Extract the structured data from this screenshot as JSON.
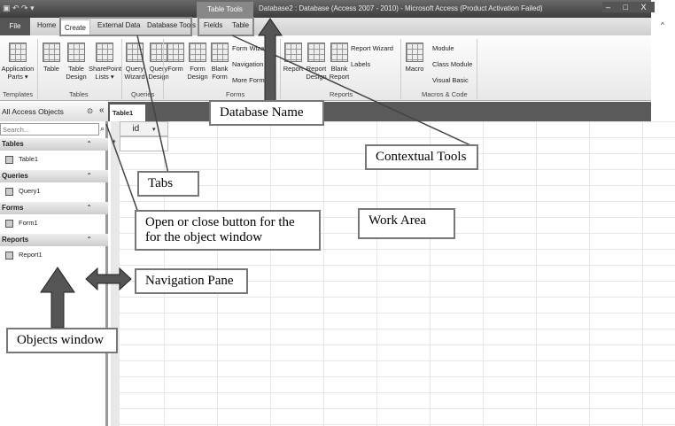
{
  "window": {
    "title": "Database2 : Database (Access 2007 - 2010)  -  Microsoft Access (Product Activation Failed)",
    "contextual_group": "Table Tools",
    "controls": "–  □  X"
  },
  "tabs": [
    "File",
    "Home",
    "Create",
    "External Data",
    "Database Tools",
    "Fields",
    "Table"
  ],
  "ribbon": {
    "templates": {
      "label": "Templates",
      "buttons": [
        "Application Parts ▾"
      ]
    },
    "tables": {
      "label": "Tables",
      "buttons": [
        "Table",
        "Table Design",
        "SharePoint Lists ▾"
      ]
    },
    "queries": {
      "label": "Queries",
      "buttons": [
        "Query Wizard",
        "Query Design"
      ]
    },
    "forms": {
      "label": "Forms",
      "buttons": [
        "Form",
        "Form Design",
        "Blank Form"
      ],
      "small": [
        "Form Wizard",
        "Navigation",
        "More Forms"
      ]
    },
    "reports": {
      "label": "Reports",
      "buttons": [
        "Report",
        "Report Design",
        "Blank Report"
      ],
      "small": [
        "Report Wizard",
        "Labels"
      ]
    },
    "macros": {
      "label": "Macros & Code",
      "buttons": [
        "Macro"
      ],
      "small": [
        "Module",
        "Class Module",
        "Visual Basic"
      ]
    }
  },
  "nav": {
    "header": "All Access Objects",
    "search_placeholder": "Search...",
    "collapse": "«",
    "menu": "⊙",
    "sections": [
      {
        "title": "Tables",
        "item": "Table1"
      },
      {
        "title": "Queries",
        "item": "Query1"
      },
      {
        "title": "Forms",
        "item": "Form1"
      },
      {
        "title": "Reports",
        "item": "Report1"
      }
    ]
  },
  "document": {
    "tab": "Table1",
    "column": "id",
    "new_row_marker": "*"
  },
  "callouts": {
    "database_name": "Database Name",
    "contextual_tools": "Contextual Tools",
    "tabs": "Tabs",
    "open_close": "Open or close button for the for the object window",
    "work_area": "Work Area",
    "navigation_pane": "Navigation Pane",
    "objects_window": "Objects window"
  }
}
